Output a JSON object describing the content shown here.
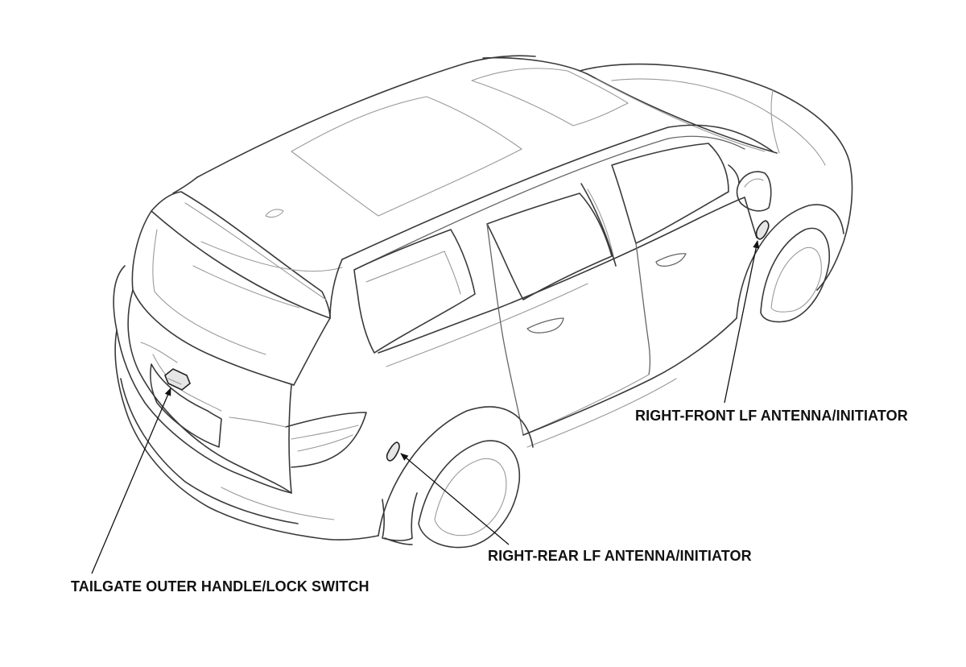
{
  "callouts": {
    "right_front": "RIGHT-FRONT LF ANTENNA/INITIATOR",
    "right_rear": "RIGHT-REAR LF ANTENNA/INITIATOR",
    "tailgate": "TAILGATE OUTER HANDLE/LOCK SWITCH"
  },
  "colors": {
    "line": "#3a3a3a",
    "text": "#111111",
    "highlight_part": "#e6e6e6"
  }
}
